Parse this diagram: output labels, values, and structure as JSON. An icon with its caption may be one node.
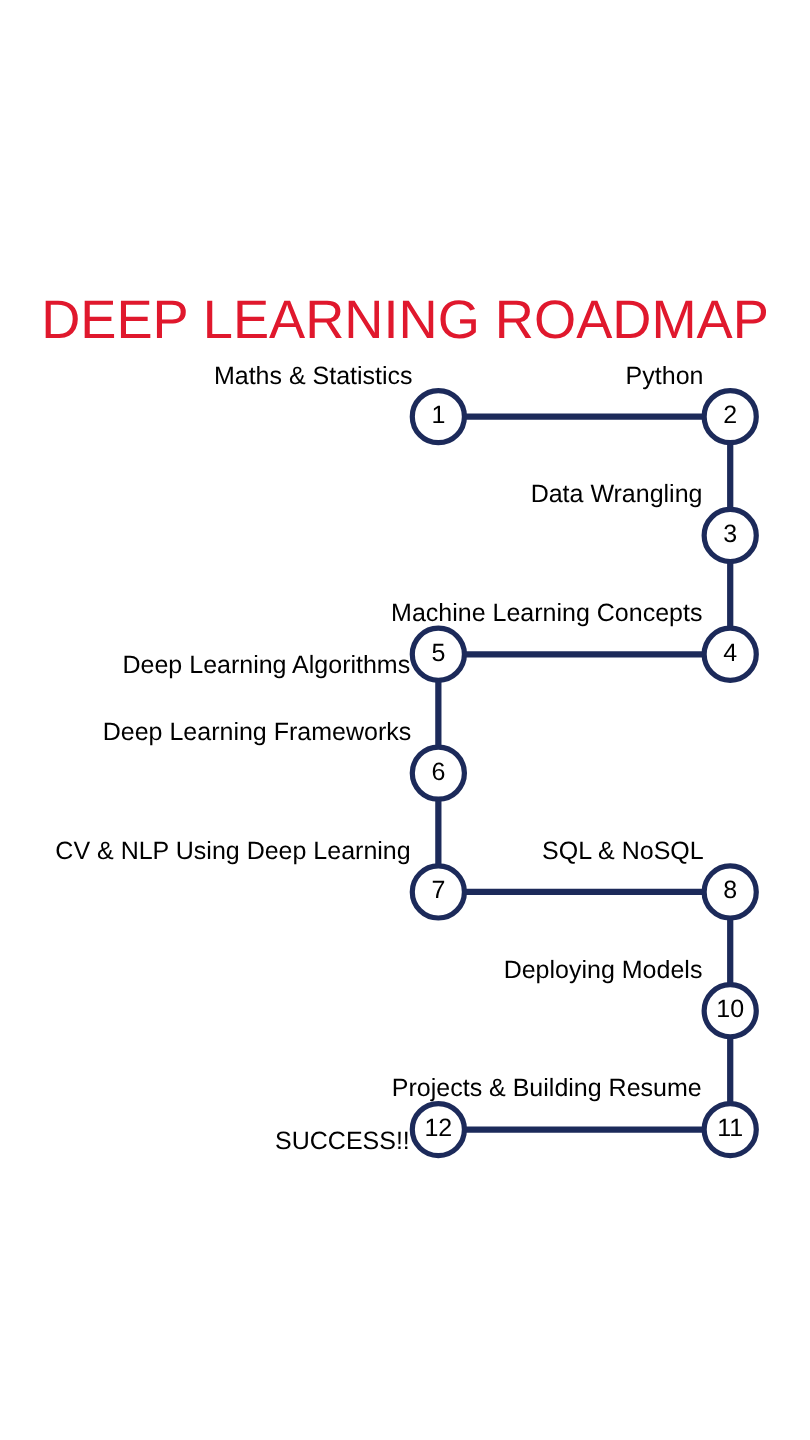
{
  "diagram": {
    "title": "DEEP LEARNING ROADMAP",
    "nodes": [
      {
        "text": [
          "1"
        ],
        "beside": [
          "Maths & Statistics"
        ]
      },
      {
        "text": [
          "2"
        ],
        "beside": [
          "Python"
        ]
      },
      {
        "text": [
          "3"
        ],
        "beside": [
          "Data Wrangling"
        ]
      },
      {
        "text": [
          "4"
        ],
        "beside": [
          "Machine Learning Concepts"
        ]
      },
      {
        "text": [
          "5"
        ],
        "beside": [
          "Deep Learning Algorithms"
        ]
      },
      {
        "text": [
          "6"
        ],
        "beside": [
          "Deep Learning Frameworks"
        ]
      },
      {
        "text": [
          "7"
        ],
        "beside": [
          "CV & NLP Using Deep Learning"
        ]
      },
      {
        "text": [
          "8"
        ],
        "beside": [
          "SQL & NoSQL"
        ]
      },
      {
        "text": [
          "10"
        ],
        "beside": [
          "Deploying Models"
        ]
      },
      {
        "text": [
          "11"
        ],
        "beside": [
          "Projects & Building Resume"
        ]
      },
      {
        "text": [
          "12"
        ],
        "beside": [
          "SUCCESS!!"
        ]
      }
    ],
    "edges": [
      {
        "from": 0,
        "to": 1,
        "arrow": "none"
      },
      {
        "from": 1,
        "to": 2,
        "arrow": "none"
      },
      {
        "from": 2,
        "to": 3,
        "arrow": "none"
      },
      {
        "from": 3,
        "to": 4,
        "arrow": "none"
      },
      {
        "from": 4,
        "to": 5,
        "arrow": "none"
      },
      {
        "from": 5,
        "to": 6,
        "arrow": "none"
      },
      {
        "from": 6,
        "to": 7,
        "arrow": "none"
      },
      {
        "from": 7,
        "to": 8,
        "arrow": "none"
      },
      {
        "from": 8,
        "to": 9,
        "arrow": "none"
      },
      {
        "from": 9,
        "to": 10,
        "arrow": "none"
      }
    ]
  }
}
